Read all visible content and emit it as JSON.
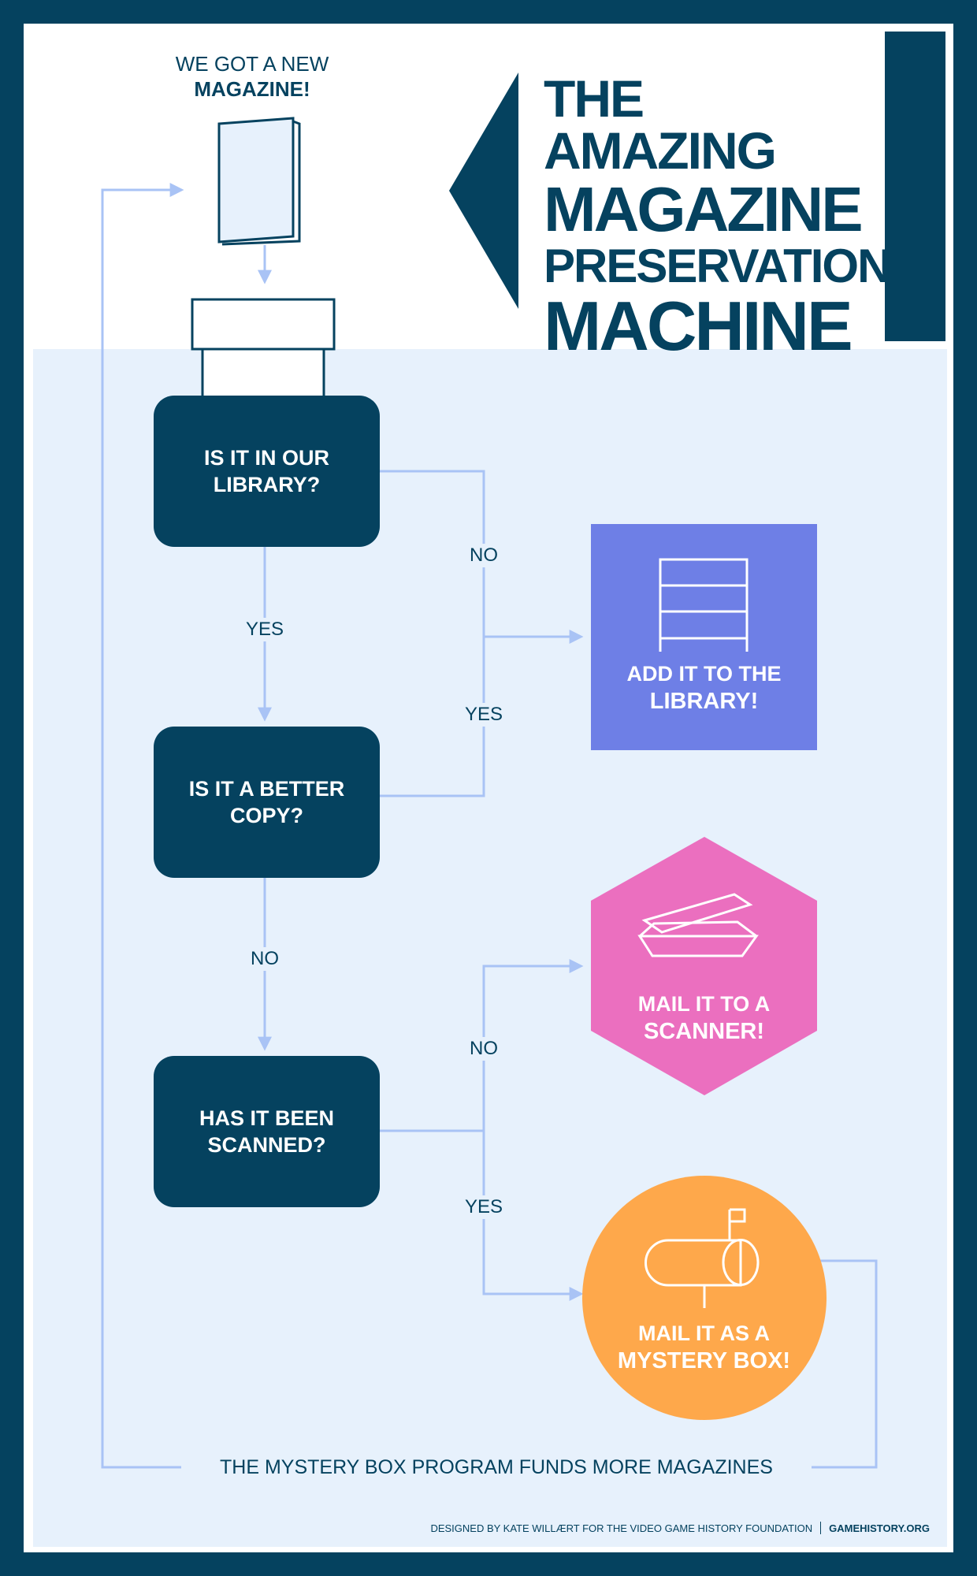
{
  "title": {
    "line1": "THE AMAZING",
    "line2": "MAGAZINE",
    "line3": "PRESERVATION",
    "line4": "MACHINE"
  },
  "intro": {
    "line1": "WE GOT A NEW",
    "line2": "MAGAZINE!"
  },
  "questions": {
    "library": "IS IT IN OUR LIBRARY?",
    "better": "IS IT A BETTER COPY?",
    "scanned": "HAS IT BEEN SCANNED?"
  },
  "labels": {
    "library_no": "NO",
    "library_yes": "YES",
    "better_yes": "YES",
    "better_no": "NO",
    "scanned_no": "NO",
    "scanned_yes": "YES"
  },
  "outcomes": {
    "add": {
      "line1": "ADD IT TO THE",
      "line2": "LIBRARY!",
      "color": "#6e7fe6",
      "icon": "shelf-icon"
    },
    "scan": {
      "line1": "MAIL IT TO A",
      "line2": "SCANNER!",
      "color": "#eb6fbf",
      "icon": "scanner-icon"
    },
    "mystery": {
      "line1": "MAIL IT AS A",
      "line2": "MYSTERY BOX!",
      "color": "#fea84b",
      "icon": "mailbox-icon"
    }
  },
  "footer": {
    "loop_text": "THE MYSTERY BOX PROGRAM FUNDS MORE MAGAZINES"
  },
  "credits": {
    "designer": "DESIGNED BY KATE WILLÆRT FOR THE VIDEO GAME HISTORY FOUNDATION",
    "site": "GAMEHISTORY.ORG"
  },
  "colors": {
    "navy": "#05425f",
    "light_bg": "#e7f1fc",
    "arrow": "#a9c3f5"
  }
}
